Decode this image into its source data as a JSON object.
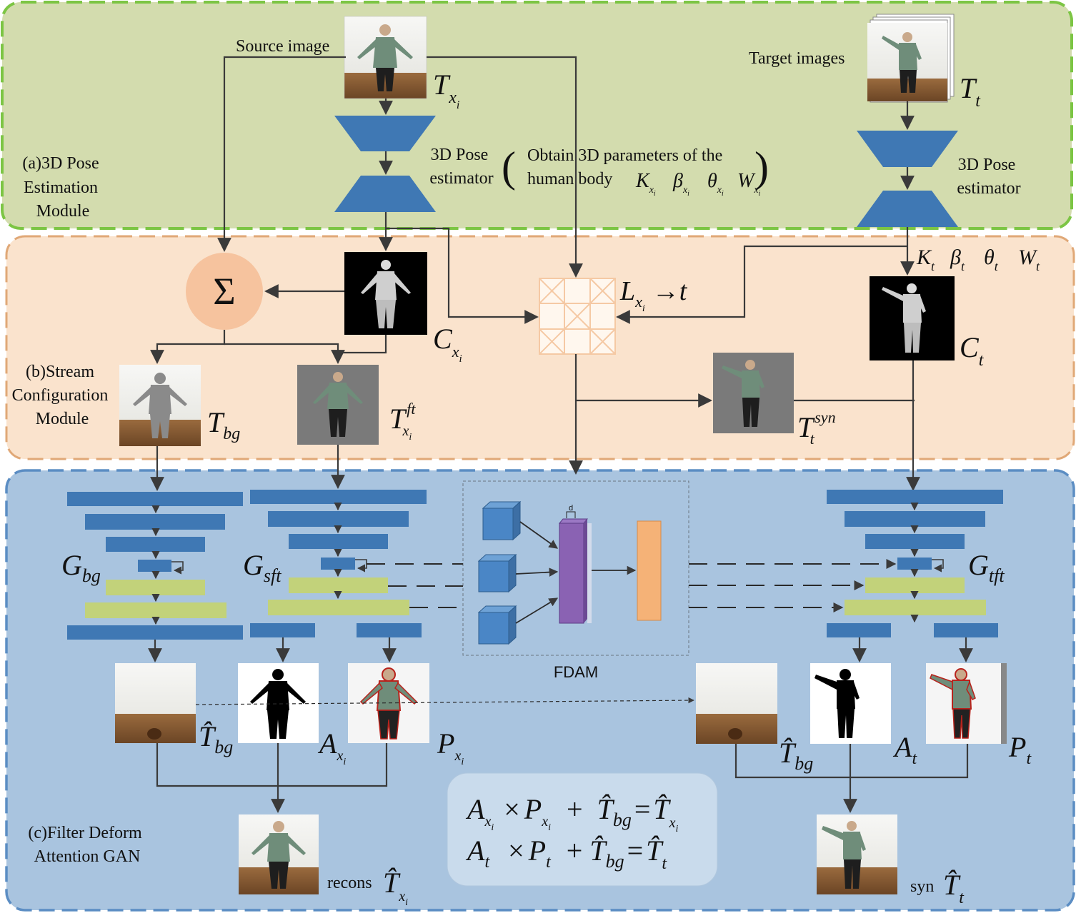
{
  "colors": {
    "module_a_bg": "#d3dcae",
    "module_a_border": "#7cc544",
    "module_b_bg": "#fae3cd",
    "module_b_border": "#e0a877",
    "module_c_bg": "#a9c4df",
    "module_c_border": "#5b8dc3",
    "encoder_blue": "#3f78b4",
    "feature_green": "#c2d27a",
    "fdam_purple": "#8a62b3",
    "fdam_orange": "#f5b277",
    "sum_circle": "#f6c39e"
  },
  "modules": {
    "a": {
      "label_lines": [
        "(a)3D Pose",
        "Estimation",
        "Module"
      ]
    },
    "b": {
      "label_lines": [
        "(b)Stream",
        "Configuration",
        "Module"
      ]
    },
    "c": {
      "label_lines": [
        "(c)Filter Deform",
        "Attention GAN"
      ]
    }
  },
  "module_a": {
    "source_label": "Source image",
    "target_label": "Target images",
    "estimator_left_lines": [
      "3D Pose",
      "estimator"
    ],
    "estimator_right_lines": [
      "3D Pose",
      "estimator"
    ],
    "obtain_line1": "Obtain 3D parameters of the",
    "obtain_line2": "human body",
    "params_src": [
      "K",
      "β",
      "θ",
      "W"
    ],
    "params_src_sub": "x",
    "params_tgt": [
      "K",
      "β",
      "θ",
      "W"
    ],
    "params_tgt_sub": "t",
    "T_src": {
      "base": "T",
      "sub": "x",
      "subsub": "i"
    },
    "T_tgt": {
      "base": "T",
      "sub": "t"
    }
  },
  "module_b": {
    "sum_symbol": "Σ",
    "C_src": {
      "base": "C",
      "sub": "x",
      "subsub": "i"
    },
    "C_tgt": {
      "base": "C",
      "sub": "t"
    },
    "L": {
      "base": "L",
      "sub": "x",
      "subsub": "i",
      "arrow": "→t"
    },
    "T_bg": {
      "base": "T",
      "sub": "bg"
    },
    "T_ft": {
      "base": "T",
      "sup": "ft",
      "sub": "x",
      "subsub": "i"
    },
    "T_syn": {
      "base": "T",
      "sup": "syn",
      "sub": "t"
    }
  },
  "module_c": {
    "G_bg": {
      "base": "G",
      "sub": "bg"
    },
    "G_sft": {
      "base": "G",
      "sub": "sft"
    },
    "G_tft": {
      "base": "G",
      "sub": "tft"
    },
    "fdam_label": "FDAM",
    "fdam_d_label": "d",
    "outputs_left": {
      "That_bg": {
        "base": "T̂",
        "sub": "bg"
      },
      "A": {
        "base": "A",
        "sub": "x",
        "subsub": "i"
      },
      "P": {
        "base": "P",
        "sub": "x",
        "subsub": "i"
      }
    },
    "outputs_right": {
      "That_bg": {
        "base": "T̂",
        "sub": "bg"
      },
      "A": {
        "base": "A",
        "sub": "t"
      },
      "P": {
        "base": "P",
        "sub": "t"
      }
    },
    "recons_label": "recons",
    "syn_label": "syn",
    "eq_symbols": {
      "times": "×",
      "plus": "+",
      "equals": "="
    }
  }
}
